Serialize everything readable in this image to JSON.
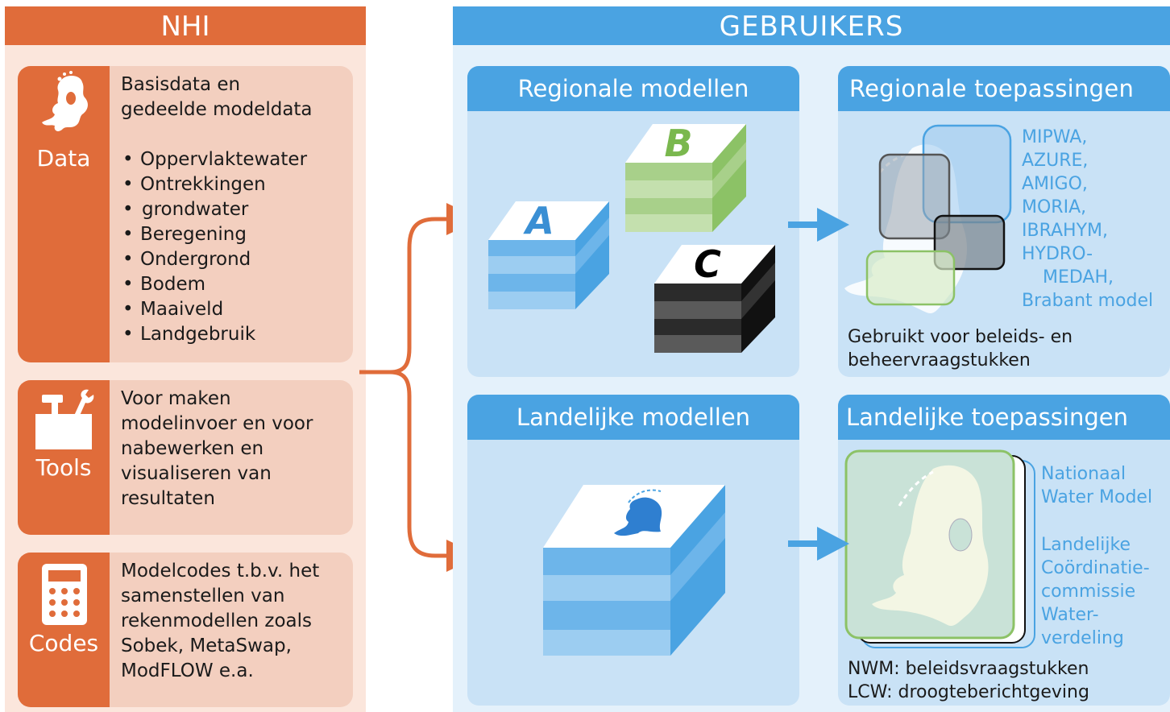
{
  "nhi": {
    "title": "NHI",
    "cards": [
      {
        "label": "Data",
        "heading": "Basisdata en\ngedeelde modeldata",
        "items": [
          "Oppervlaktewater",
          "Ontrekkingen",
          "grondwater",
          "Beregening",
          "Ondergrond",
          "Bodem",
          "Maaiveld",
          "Landgebruik"
        ]
      },
      {
        "label": "Tools",
        "text": "Voor maken\nmodelinvoer en voor\nnabewerken en\nvisualiseren van\nresultaten"
      },
      {
        "label": "Codes",
        "text": "Modelcodes t.b.v. het\nsamenstellen van\nrekenmodellen zoals\nSobek, MetaSwap,\nModFLOW e.a."
      }
    ]
  },
  "gebruikers": {
    "title": "GEBRUIKERS",
    "regionale_modellen": {
      "title": "Regionale modellen",
      "blocks": [
        "A",
        "B",
        "C"
      ]
    },
    "regionale_toepassingen": {
      "title": "Regionale toepassingen",
      "models": [
        "MIPWA,",
        "AZURE,",
        "AMIGO,",
        "MORIA,",
        "IBRAHYM,",
        "HYDRO-",
        "MEDAH,",
        "Brabant model"
      ],
      "caption": "Gebruikt voor beleids- en\nbeheervraagstukken"
    },
    "landelijke_modellen": {
      "title": "Landelijke modellen"
    },
    "landelijke_toepassingen": {
      "title": "Landelijke toepassingen",
      "model_1": "Nationaal\nWater Model",
      "model_2": "Landelijke\nCoördinatie-\ncommissie\nWater-\nverdeling",
      "caption_1": "NWM: beleidsvraagstukken",
      "caption_2": "LCW: droogteberichtgeving"
    }
  },
  "colors": {
    "orange": "#e06c3a",
    "orange_light": "#f3cfbf",
    "orange_bg": "#fbe6dc",
    "blue": "#4aa3e2",
    "blue_light": "#c9e2f6",
    "blue_bg": "#e4f1fb",
    "green": "#8cc266",
    "dark": "#333333"
  },
  "icons": [
    "netherlands-map-icon",
    "hammer-wrench-toolbox-icon",
    "calculator-icon",
    "flow-arrow",
    "right-arrow-icon"
  ]
}
